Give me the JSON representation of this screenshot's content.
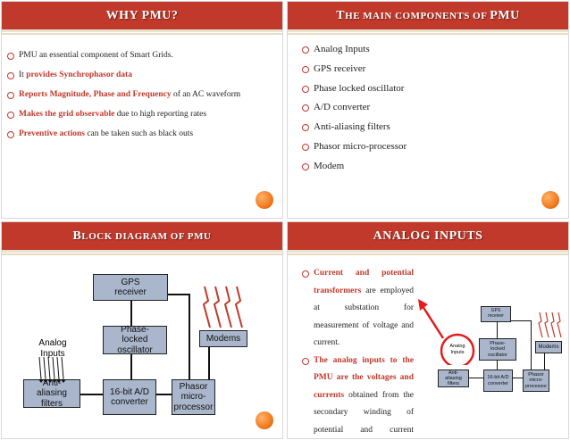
{
  "slides": [
    {
      "title": "WHY PMU?",
      "bullets": [
        {
          "lead": "",
          "red": "",
          "tail": "PMU an essential component of Smart Grids."
        },
        {
          "lead": "It ",
          "red": "provides Synchrophasor data",
          "tail": ""
        },
        {
          "lead": "",
          "red": "Reports Magnitude, Phase and Frequency",
          "tail": " of an AC waveform"
        },
        {
          "lead": "",
          "red": "Makes the grid observable",
          "tail": " due to high reporting rates"
        },
        {
          "lead": "",
          "red": "Preventive actions",
          "tail": " can be taken such as black outs"
        }
      ]
    },
    {
      "title_big1": "T",
      "title_small1": "HE MAIN COMPONENTS OF ",
      "title_big2": "PMU",
      "bullets": [
        "Analog Inputs",
        "GPS receiver",
        "Phase locked oscillator",
        "A/D converter",
        "Anti-aliasing filters",
        "Phasor micro-processor",
        "Modem"
      ]
    },
    {
      "title_big1": "B",
      "title_small1": "LOCK DIAGRAM OF PMU",
      "diagram": {
        "gps": "GPS receiver",
        "pll": "Phase-locked oscillator",
        "modems": "Modems",
        "analog": "Analog Inputs",
        "aaf": "Anti-aliasing filters",
        "adc": "16-bit A/D converter",
        "phasor": "Phasor micro-processor"
      }
    },
    {
      "title": "ANALOG INPUTS",
      "bullets": [
        {
          "red": "Current and potential transformers",
          "tail": " are employed at substation for measurement of voltage and current."
        },
        {
          "red": "The analog inputs to the PMU are the voltages and currents",
          "tail": " obtained from the secondary winding of potential and current transformers."
        }
      ],
      "mini": {
        "gps": "GPS receiver",
        "pll": "Phase-locked oscillator",
        "modems": "Modems",
        "analog": "Analog Inputs",
        "aaf": "Anti-aliasing filters",
        "adc": "16-bit A/D converter",
        "phasor": "Phasor micro-processor"
      }
    }
  ],
  "colors": {
    "accent": "#c0392b",
    "orb": "#f07b1d",
    "box": "#a9b6cc"
  }
}
